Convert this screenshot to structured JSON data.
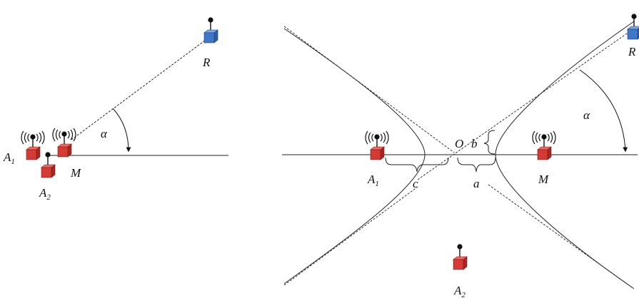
{
  "left_panel": {
    "labels": {
      "R": "R",
      "alpha": "α",
      "A1": "A",
      "A1_sub": "1",
      "A2": "A",
      "A2_sub": "2",
      "M": "M"
    }
  },
  "right_panel": {
    "labels": {
      "R": "R",
      "alpha": "α",
      "O": "O",
      "b": "b",
      "c": "c",
      "a": "a",
      "A1": "A",
      "A1_sub": "1",
      "M": "M",
      "A2": "A",
      "A2_sub": "2"
    }
  },
  "colors": {
    "anchor_red": "#d63a34",
    "robot_blue": "#3f78c8",
    "line": "#222222"
  },
  "icons": [
    "antenna-signal-icon",
    "red-anchor-cube-icon",
    "blue-robot-cube-icon"
  ]
}
